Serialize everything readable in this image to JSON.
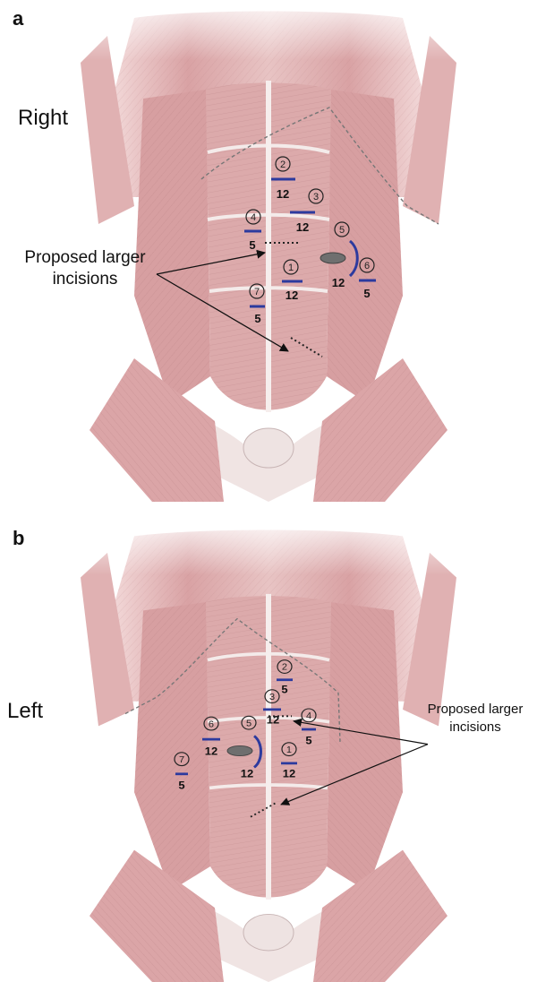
{
  "panel_a": {
    "letter": "a",
    "side_label": "Right",
    "callout_line1": "Proposed larger",
    "callout_line2": "incisions",
    "ports": [
      {
        "num": "1",
        "size": "12"
      },
      {
        "num": "2",
        "size": "12"
      },
      {
        "num": "3",
        "size": "12"
      },
      {
        "num": "4",
        "size": "5"
      },
      {
        "num": "5",
        "size": "12"
      },
      {
        "num": "6",
        "size": "5"
      },
      {
        "num": "7",
        "size": "5"
      }
    ]
  },
  "panel_b": {
    "letter": "b",
    "side_label": "Left",
    "callout_line1": "Proposed larger",
    "callout_line2": "incisions",
    "ports": [
      {
        "num": "1",
        "size": "12"
      },
      {
        "num": "2",
        "size": "5"
      },
      {
        "num": "3",
        "size": "12"
      },
      {
        "num": "4",
        "size": "5"
      },
      {
        "num": "5",
        "size": "12"
      },
      {
        "num": "6",
        "size": "12"
      },
      {
        "num": "7",
        "size": "5"
      }
    ]
  },
  "colors": {
    "muscle": "#d9a6a6",
    "muscle_dark": "#b77a7c",
    "tendon": "#f1e6e4",
    "port_mark": "#2c3a9e"
  }
}
